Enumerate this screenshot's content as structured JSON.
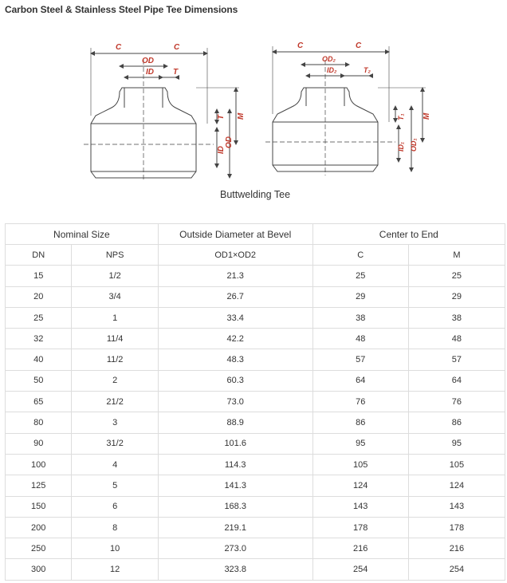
{
  "page_title": "Carbon Steel & Stainless Steel Pipe Tee Dimensions",
  "diagram": {
    "caption": "Buttwelding Tee",
    "left_labels": {
      "c1": "C",
      "c2": "C",
      "od": "OD",
      "id": "ID",
      "t": "T",
      "m": "M",
      "id_v": "ID",
      "od_v": "OD",
      "t_v": "T"
    },
    "right_labels": {
      "c1": "C",
      "c2": "C",
      "od": "OD₂",
      "id": "ID₂",
      "t": "T₂",
      "m": "M",
      "id_v": "ID₁",
      "od_v": "OD₁",
      "t_v": "T₁"
    }
  },
  "table": {
    "group_headers": {
      "nominal": "Nominal Size",
      "outside": "Outside Diameter at Bevel",
      "center": "Center to End"
    },
    "sub_headers": {
      "dn": "DN",
      "nps": "NPS",
      "od": "OD1×OD2",
      "c": "C",
      "m": "M"
    },
    "rows": [
      {
        "dn": "15",
        "nps": "1/2",
        "od": "21.3",
        "c": "25",
        "m": "25"
      },
      {
        "dn": "20",
        "nps": "3/4",
        "od": "26.7",
        "c": "29",
        "m": "29"
      },
      {
        "dn": "25",
        "nps": "1",
        "od": "33.4",
        "c": "38",
        "m": "38"
      },
      {
        "dn": "32",
        "nps": "11/4",
        "od": "42.2",
        "c": "48",
        "m": "48"
      },
      {
        "dn": "40",
        "nps": "11/2",
        "od": "48.3",
        "c": "57",
        "m": "57"
      },
      {
        "dn": "50",
        "nps": "2",
        "od": "60.3",
        "c": "64",
        "m": "64"
      },
      {
        "dn": "65",
        "nps": "21/2",
        "od": "73.0",
        "c": "76",
        "m": "76"
      },
      {
        "dn": "80",
        "nps": "3",
        "od": "88.9",
        "c": "86",
        "m": "86"
      },
      {
        "dn": "90",
        "nps": "31/2",
        "od": "101.6",
        "c": "95",
        "m": "95"
      },
      {
        "dn": "100",
        "nps": "4",
        "od": "114.3",
        "c": "105",
        "m": "105"
      },
      {
        "dn": "125",
        "nps": "5",
        "od": "141.3",
        "c": "124",
        "m": "124"
      },
      {
        "dn": "150",
        "nps": "6",
        "od": "168.3",
        "c": "143",
        "m": "143"
      },
      {
        "dn": "200",
        "nps": "8",
        "od": "219.1",
        "c": "178",
        "m": "178"
      },
      {
        "dn": "250",
        "nps": "10",
        "od": "273.0",
        "c": "216",
        "m": "216"
      },
      {
        "dn": "300",
        "nps": "12",
        "od": "323.8",
        "c": "254",
        "m": "254"
      }
    ]
  },
  "colors": {
    "label": "#c0392b",
    "line": "#444444",
    "border": "#dddddd"
  }
}
